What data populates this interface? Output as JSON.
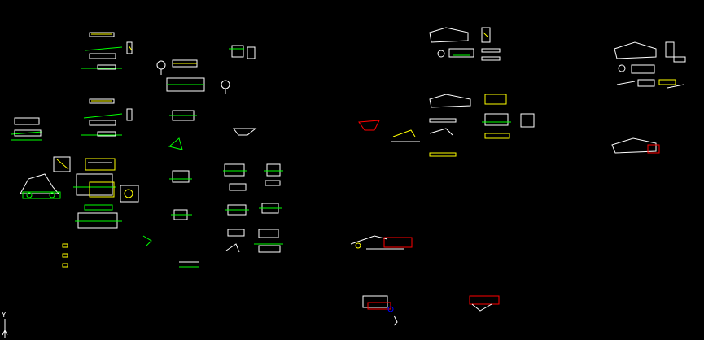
{
  "app": {
    "view": "model-space",
    "background": "#000000"
  },
  "ucs": {
    "axis_label": "Y",
    "color": "#ffffff"
  },
  "palette": {
    "green": "#00ff00",
    "white": "#ffffff",
    "yellow": "#ffff00",
    "red": "#ff0000",
    "cyan": "#00ffff",
    "blue": "#0000ff"
  },
  "drawing_groups": [
    "left-cluster-parts",
    "middle-cluster-parts",
    "right-cluster-parts",
    "far-right-cluster-parts"
  ]
}
